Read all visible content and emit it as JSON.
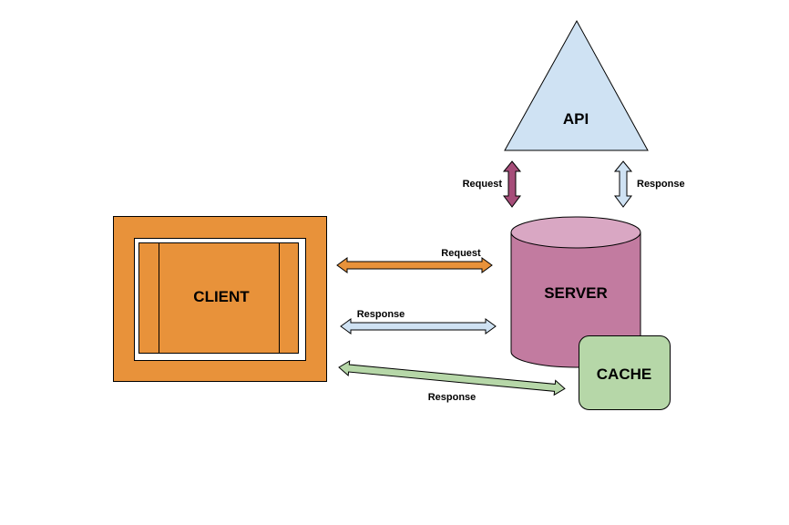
{
  "colors": {
    "client": "#e8923a",
    "client_inner_border": "#ffffff",
    "api": "#cfe2f3",
    "server_body": "#c27ba0",
    "server_top": "#d9a7c3",
    "cache": "#b6d7a8",
    "arrow_request_api": "#a64d79",
    "arrow_response_api": "#cfe2f3",
    "arrow_client_request": "#e8923a",
    "arrow_client_response": "#cfe2f3",
    "arrow_cache_response": "#b6d7a8"
  },
  "nodes": {
    "client": {
      "label": "CLIENT"
    },
    "api": {
      "label": "API"
    },
    "server": {
      "label": "SERVER"
    },
    "cache": {
      "label": "CACHE"
    }
  },
  "edges": {
    "server_api_request": {
      "label": "Request",
      "from": "server",
      "to": "api"
    },
    "server_api_response": {
      "label": "Response",
      "from": "api",
      "to": "server"
    },
    "client_server_request": {
      "label": "Request",
      "from": "client",
      "to": "server"
    },
    "client_server_response": {
      "label": "Response",
      "from": "server",
      "to": "client"
    },
    "cache_client_response": {
      "label": "Response",
      "from": "cache",
      "to": "client"
    }
  }
}
